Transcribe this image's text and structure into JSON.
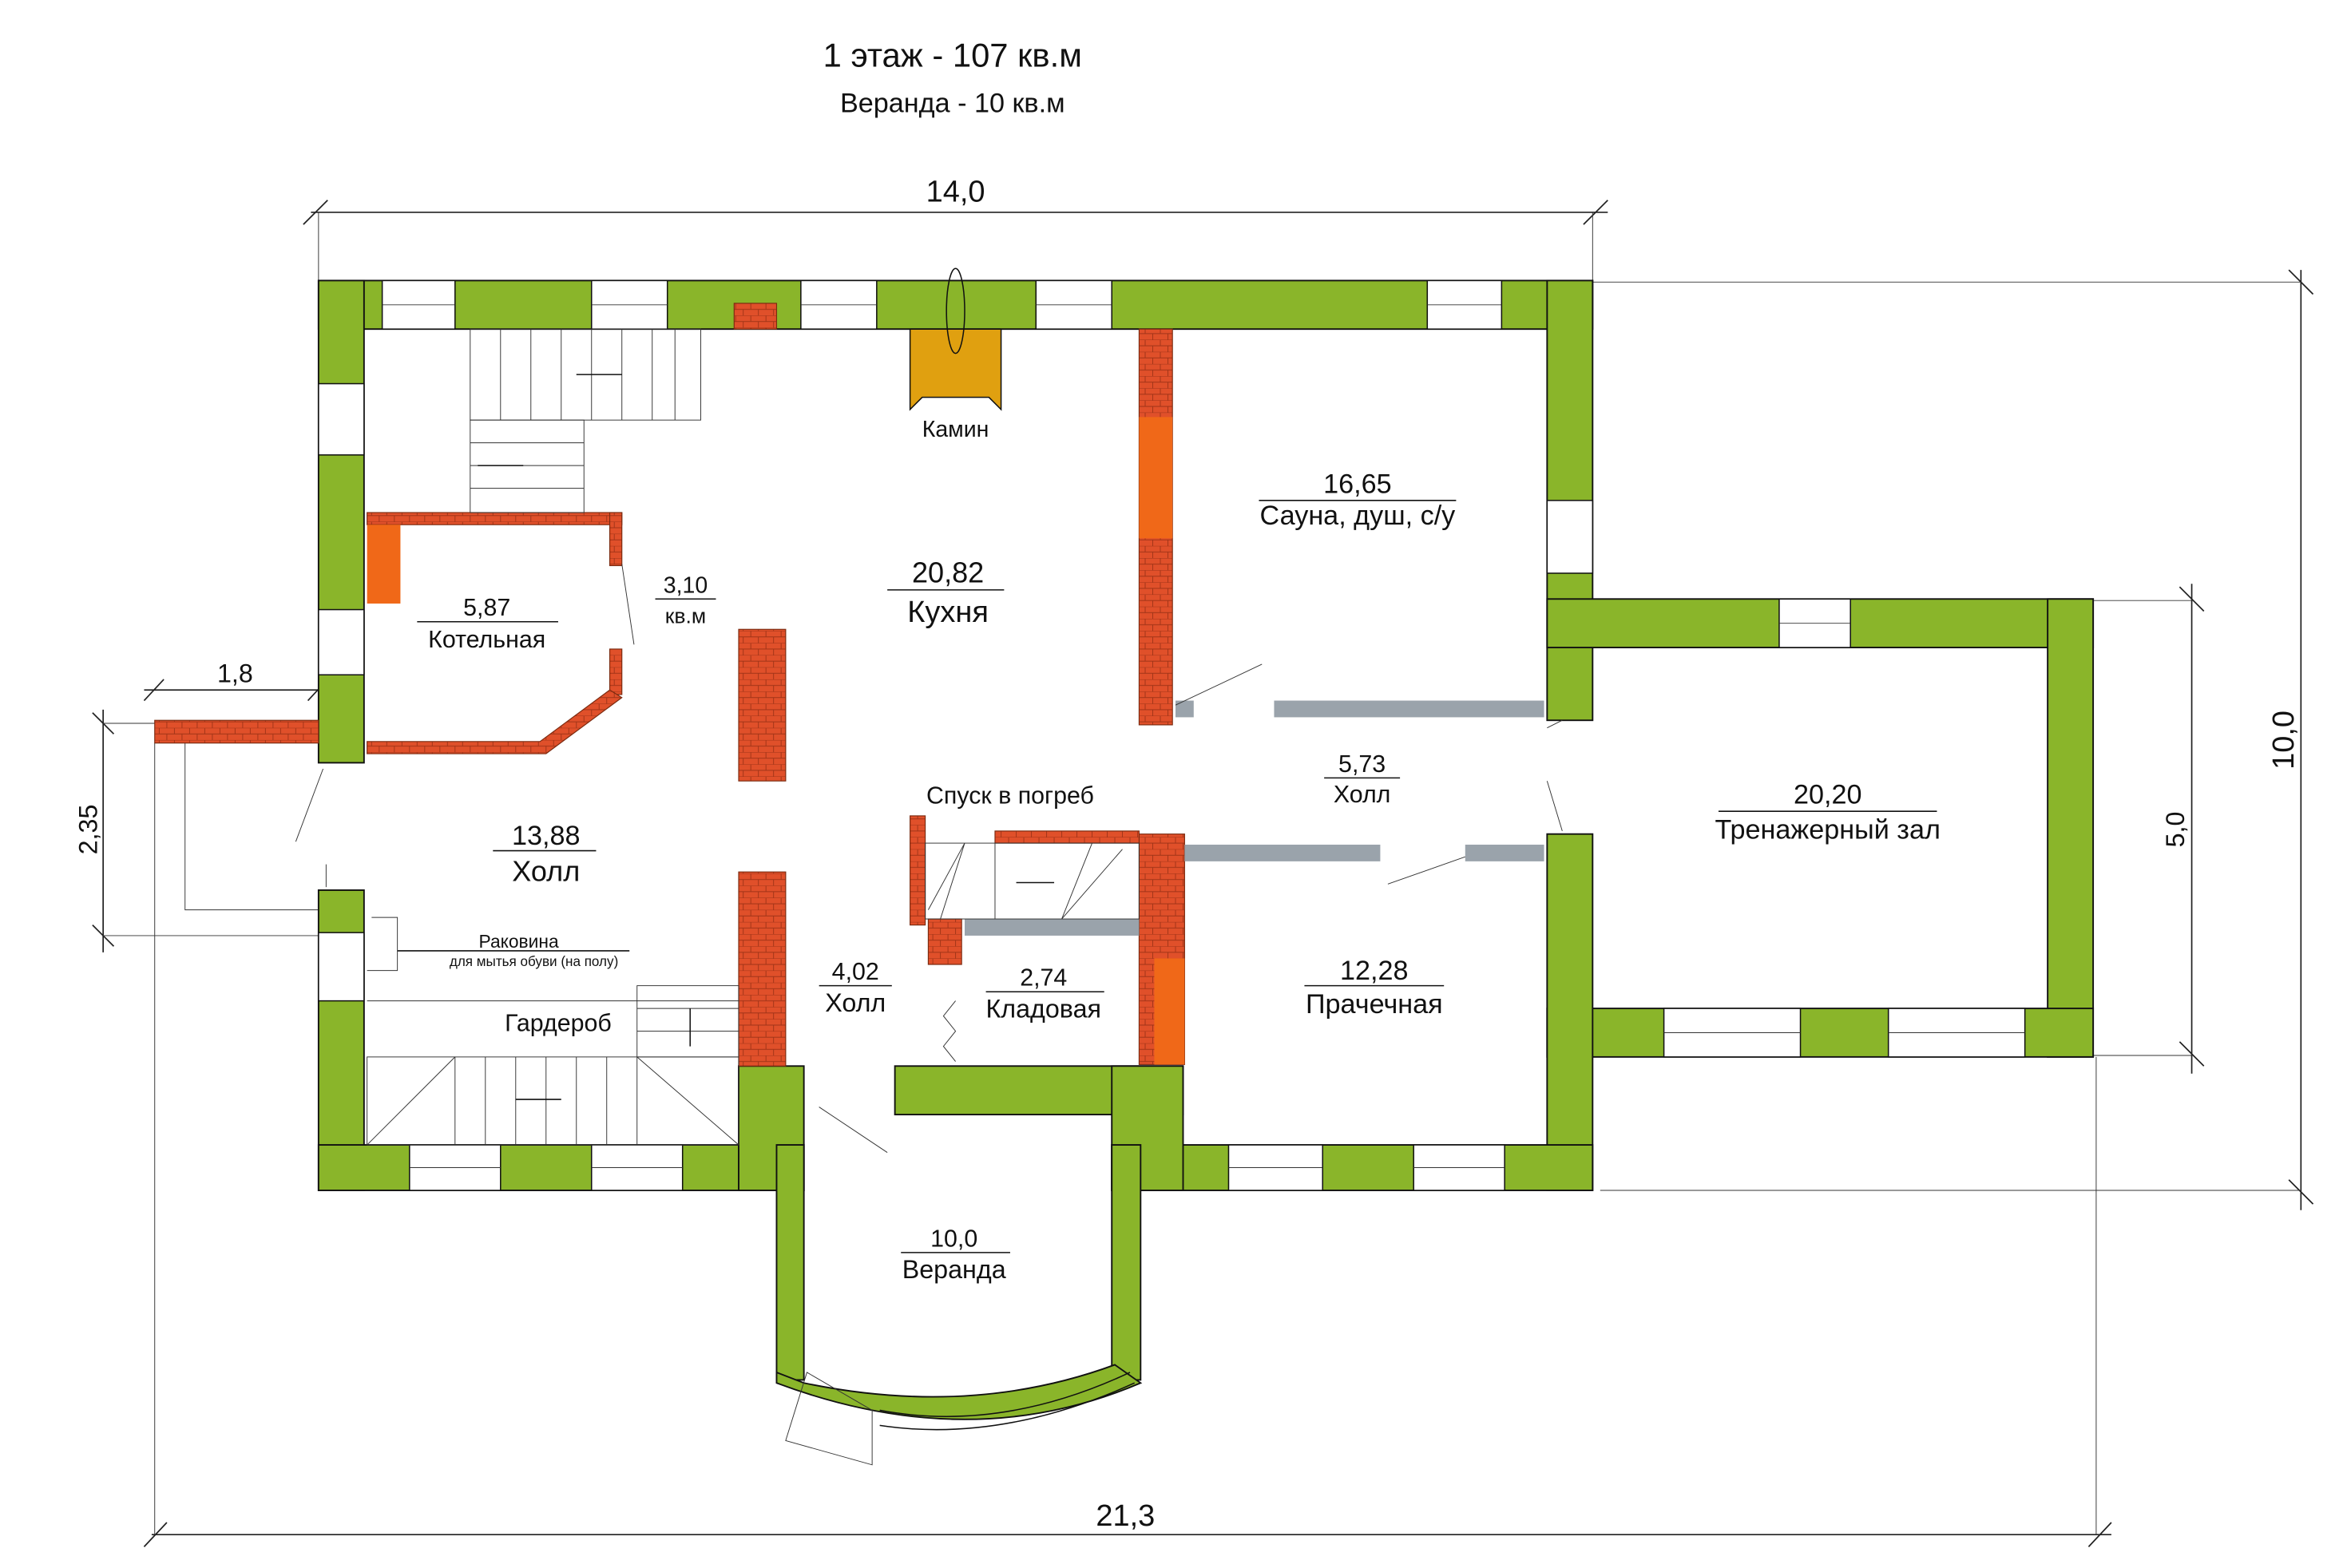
{
  "header": {
    "title": "1 этаж - 107 кв.м",
    "subtitle": "Веранда - 10 кв.м"
  },
  "dimensions": {
    "top_width": "14,0",
    "total_width": "21,3",
    "right_height": "10,0",
    "gym_height": "5,0",
    "left_offset": "1,8",
    "left_height": "2,35"
  },
  "rooms": [
    {
      "area": "20,82",
      "name": "Кухня"
    },
    {
      "area": "16,65",
      "name": "Сауна, душ, с/у"
    },
    {
      "area": "5,87",
      "name": "Котельная"
    },
    {
      "area": "3,10",
      "name": "кв.м"
    },
    {
      "area": "13,88",
      "name": "Холл"
    },
    {
      "area": "5,73",
      "name": "Холл"
    },
    {
      "area": "20,20",
      "name": "Тренажерный зал"
    },
    {
      "area": "4,02",
      "name": "Холл"
    },
    {
      "area": "2,74",
      "name": "Кладовая"
    },
    {
      "area": "12,28",
      "name": "Прачечная"
    },
    {
      "area": "10,0",
      "name": "Веранда"
    }
  ],
  "labels": {
    "fireplace": "Камин",
    "cellar": "Спуск в погреб",
    "sink": "Раковина",
    "sink_note": "для мытья обуви (на полу)",
    "wardrobe": "Гардероб"
  },
  "colors": {
    "wall": "#8ab52a",
    "brick": "#e0502a",
    "fireplace": "#e0a010",
    "partition": "#9aa3ab"
  }
}
